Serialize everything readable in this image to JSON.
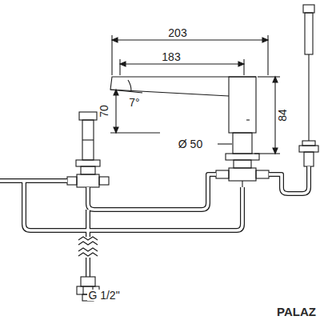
{
  "diagram": {
    "labels": [
      "203",
      "183",
      "7°",
      "70",
      "84",
      "Ø 50",
      "G 1/2\"",
      "PALAZ"
    ]
  }
}
